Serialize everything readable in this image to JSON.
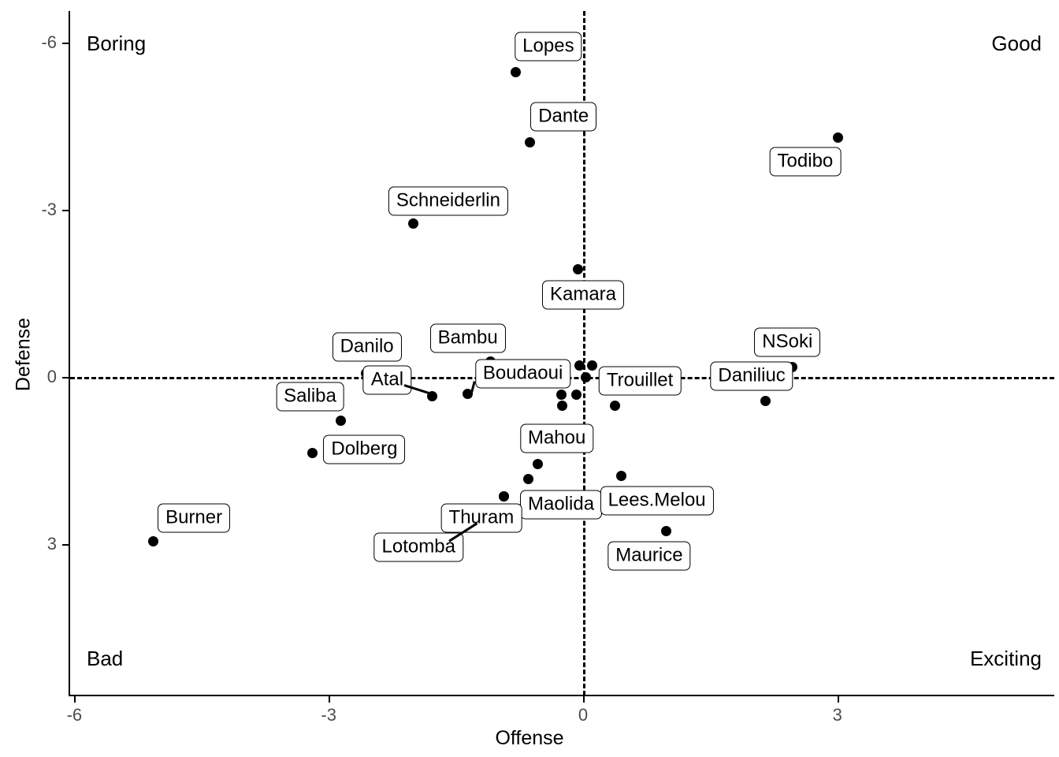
{
  "chart_data": {
    "type": "scatter",
    "title": "",
    "xlabel": "Offense",
    "ylabel": "Defense",
    "xlim": [
      -6.6,
      5.0
    ],
    "ylim": [
      -6.6,
      4.4
    ],
    "y_inverted": true,
    "grid": false,
    "legend": null,
    "xticks": [
      -6,
      -3,
      0,
      3
    ],
    "yticks": [
      -6,
      -3,
      0,
      3
    ],
    "xtick_labels": [
      "-6",
      "-3",
      "0",
      "3"
    ],
    "ytick_labels": [
      "-6",
      "-3",
      "0",
      "3"
    ],
    "reference_lines": {
      "hline_y": 0,
      "vline_x": 0,
      "style": "dashed"
    },
    "quadrant_labels": {
      "top_left": "Boring",
      "top_right": "Good",
      "bottom_left": "Bad",
      "bottom_right": "Exciting"
    },
    "points": [
      {
        "label": "Lopes",
        "x": -0.79,
        "y": -5.47,
        "label_x": -0.41,
        "label_y": -5.94
      },
      {
        "label": "Dante",
        "x": -0.63,
        "y": -4.22,
        "label_x": -0.23,
        "label_y": -4.67
      },
      {
        "label": "Todibo",
        "x": 3.01,
        "y": -4.3,
        "label_x": 2.62,
        "label_y": -3.86
      },
      {
        "label": "Schneiderlin",
        "x": -2.0,
        "y": -2.75,
        "label_x": -1.59,
        "label_y": -3.16
      },
      {
        "label": "Kamara",
        "x": -0.06,
        "y": -1.94,
        "label_x": 0.0,
        "label_y": -1.48
      },
      {
        "label": "Trouillet",
        "x": 0.38,
        "y": 0.52,
        "label_x": 0.67,
        "label_y": 0.07
      },
      {
        "label": "Daniliuc",
        "x": 2.15,
        "y": 0.43,
        "label_x": 1.99,
        "label_y": -0.02
      },
      {
        "label": "Atal",
        "x": -1.78,
        "y": 0.34,
        "label_x": -2.31,
        "label_y": 0.06
      },
      {
        "label": "Saliba",
        "x": -2.86,
        "y": 0.79,
        "label_x": -3.22,
        "label_y": 0.35
      },
      {
        "label": "Boudaoui",
        "x": -1.36,
        "y": 0.31,
        "label_x": -0.71,
        "label_y": -0.05
      },
      {
        "label": "Danilo",
        "x": -2.56,
        "y": -0.07,
        "label_x": -2.55,
        "label_y": -0.54
      },
      {
        "label": "Bambu",
        "x": -1.09,
        "y": -0.28,
        "label_x": -1.36,
        "label_y": -0.7
      },
      {
        "label": "NSoki",
        "x": 2.47,
        "y": -0.17,
        "label_x": 2.41,
        "label_y": -0.63
      },
      {
        "label": "Dolberg",
        "x": -3.19,
        "y": 1.36,
        "label_x": -2.58,
        "label_y": 1.31
      },
      {
        "label": "Mahou",
        "x": -0.53,
        "y": 1.56,
        "label_x": -0.31,
        "label_y": 1.11
      },
      {
        "label": "Maolida",
        "x": -0.65,
        "y": 1.84,
        "label_x": -0.26,
        "label_y": 2.29
      },
      {
        "label": "Lees.Melou",
        "x": 0.45,
        "y": 1.78,
        "label_x": 0.87,
        "label_y": 2.23
      },
      {
        "label": "Thuram",
        "x": -0.93,
        "y": 2.15,
        "label_x": -1.2,
        "label_y": 2.54
      },
      {
        "label": "Lotomba",
        "x": -0.93,
        "y": 2.15,
        "label_x": -1.94,
        "label_y": 3.06
      },
      {
        "label": "Maurice",
        "x": 0.98,
        "y": 2.77,
        "label_x": 0.78,
        "label_y": 3.22
      },
      {
        "label": "Burner",
        "x": -5.07,
        "y": 2.95,
        "label_x": -4.59,
        "label_y": 2.53
      },
      {
        "label": "",
        "x": -0.25,
        "y": 0.51
      },
      {
        "label": "",
        "x": -0.26,
        "y": 0.32
      },
      {
        "label": "",
        "x": -0.08,
        "y": 0.32
      },
      {
        "label": "",
        "x": 0.03,
        "y": 0.01
      },
      {
        "label": "",
        "x": -0.04,
        "y": -0.2
      },
      {
        "label": "",
        "x": 0.11,
        "y": -0.2
      }
    ],
    "leader_lines": [
      {
        "label": "Atal",
        "from_x": -2.11,
        "from_y": 0.15,
        "to_x": -1.82,
        "to_y": 0.29
      },
      {
        "label": "Boudaoui",
        "from_x": -1.33,
        "from_y": 0.37,
        "to_x": -1.28,
        "to_y": 0.08
      },
      {
        "label": "Lotomba",
        "from_x": -1.58,
        "from_y": 2.95,
        "to_x": -1.25,
        "to_y": 2.63
      }
    ]
  }
}
